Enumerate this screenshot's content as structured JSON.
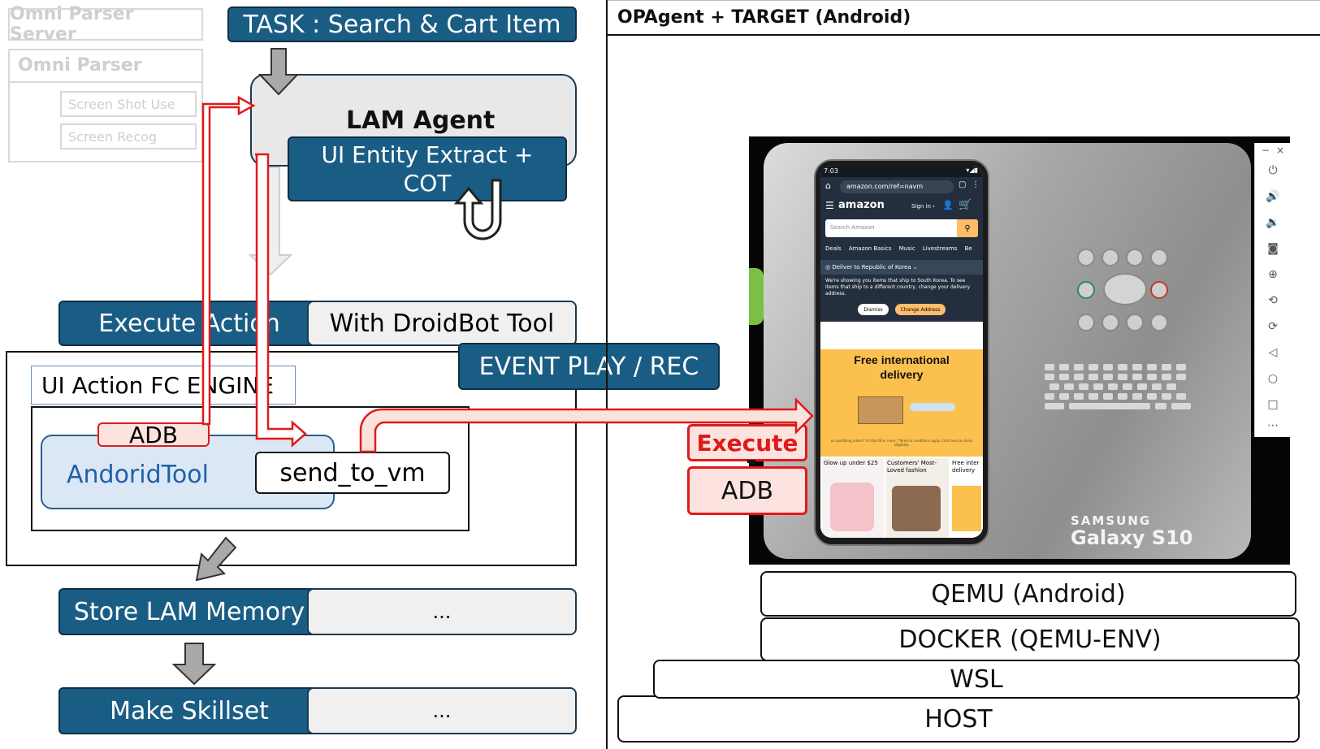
{
  "omni": {
    "server": "Omni Parser Server",
    "parser": "Omni Parser",
    "item1": "Screen Shot Use",
    "item2": "Screen Recog"
  },
  "task": "TASK : Search & Cart Item",
  "lam": {
    "title": "LAM Agent",
    "extract_line1": "UI Entity Extract +",
    "extract_line2": "COT"
  },
  "execute_action": "Execute Action",
  "droidbot": "With DroidBot Tool",
  "event_play": "EVENT PLAY / REC",
  "engine": {
    "title": "UI Action FC ENGINE",
    "adb": "ADB",
    "tool": "AndoridTool",
    "send": "send_to_vm"
  },
  "store": {
    "label": "Store LAM Memory",
    "dots": "..."
  },
  "skillset": {
    "label": "Make Skillset",
    "dots": "..."
  },
  "right": {
    "title": "OPAgent + TARGET (Android)",
    "execute": "Execute",
    "adb": "ADB"
  },
  "phone": {
    "time": "7:03",
    "url": "amazon.com/ref=navm",
    "brand": "amazon",
    "sign_in": "Sign in ›",
    "search_placeholder": "Search Amazon",
    "nav": [
      "Deals",
      "Amazon Basics",
      "Music",
      "Livestreams",
      "Be"
    ],
    "deliver": "Deliver to Republic of Korea ⌄",
    "notice": "We're showing you items that ship to South Korea. To see items that ship to a different country, change your delivery address.",
    "dismiss": "Dismiss",
    "change_address": "Change Address",
    "promo_line1": "Free international",
    "promo_line2": "delivery",
    "fine_print": "on qualifying orders* of US$ 49 or more. *Terms & conditions apply. Click here to check eligibility.",
    "card1": "Glow up under $25",
    "card2": "Customers' Most-Loved fashion",
    "card3": "Free inter delivery",
    "samsung": "SAMSUNG",
    "galaxy": "Galaxy S10"
  },
  "stack": {
    "qemu": "QEMU (Android)",
    "docker": "DOCKER (QEMU-ENV)",
    "wsl": "WSL",
    "host": "HOST"
  },
  "colors": {
    "navy": "#1a5d84",
    "red": "#e01a1a",
    "amazon_dark": "#232f3e",
    "promo": "#fbc04e"
  }
}
